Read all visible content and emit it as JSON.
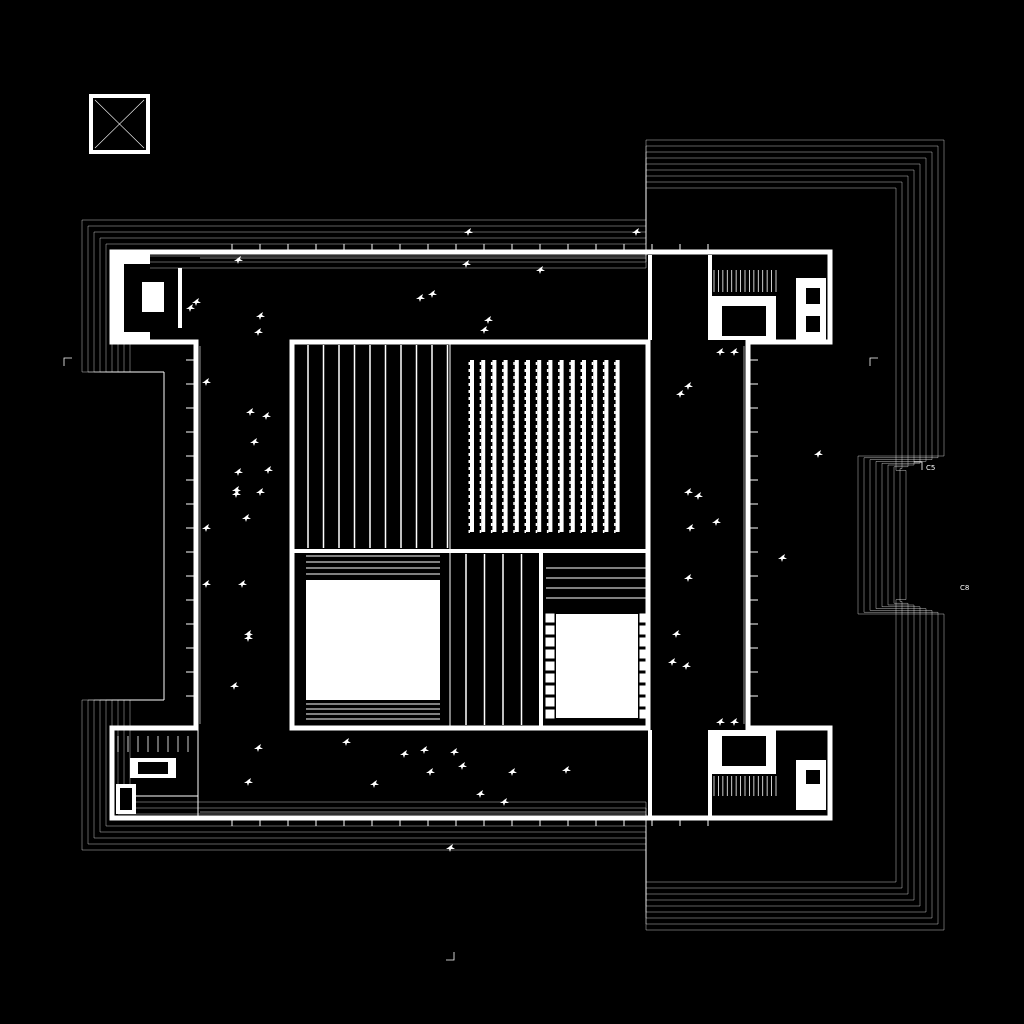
{
  "drawing": {
    "background_color": "#000000",
    "line_color": "#ffffff",
    "section_markers": [
      "C5",
      "C8"
    ],
    "north_symbol": "square-cross-icon"
  },
  "furniture": {
    "seating_rows": 14,
    "bleacher_tiers": 4
  }
}
